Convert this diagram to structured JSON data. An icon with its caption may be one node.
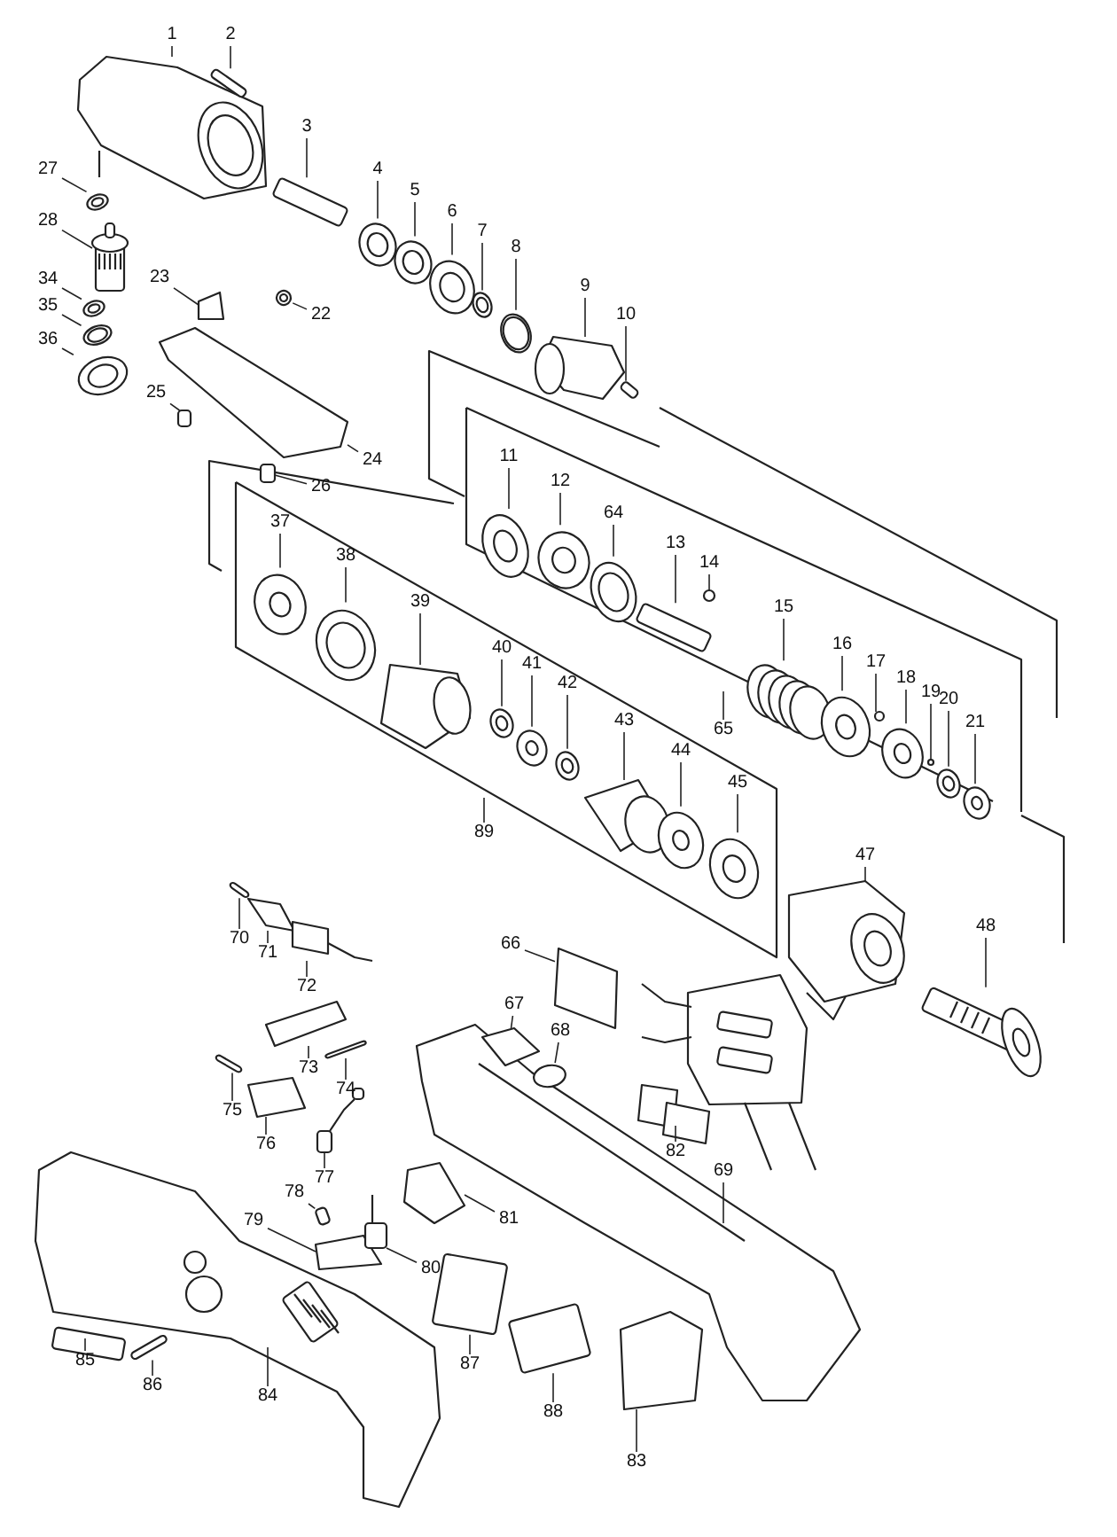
{
  "diagram": {
    "nodes": [
      {
        "text": [
          "1"
        ]
      },
      {
        "text": [
          "2"
        ]
      },
      {
        "text": [
          "3"
        ]
      },
      {
        "text": [
          "4"
        ]
      },
      {
        "text": [
          "5"
        ]
      },
      {
        "text": [
          "6"
        ]
      },
      {
        "text": [
          "7"
        ]
      },
      {
        "text": [
          "8"
        ]
      },
      {
        "text": [
          "9"
        ]
      },
      {
        "text": [
          "10"
        ]
      },
      {
        "text": [
          "27"
        ]
      },
      {
        "text": [
          "28"
        ]
      },
      {
        "text": [
          "34"
        ]
      },
      {
        "text": [
          "35"
        ]
      },
      {
        "text": [
          "36"
        ]
      },
      {
        "text": [
          "23"
        ]
      },
      {
        "text": [
          "22"
        ]
      },
      {
        "text": [
          "25"
        ]
      },
      {
        "text": [
          "24"
        ]
      },
      {
        "text": [
          "26"
        ]
      },
      {
        "text": [
          "11"
        ]
      },
      {
        "text": [
          "12"
        ]
      },
      {
        "text": [
          "64"
        ]
      },
      {
        "text": [
          "13"
        ]
      },
      {
        "text": [
          "14"
        ]
      },
      {
        "text": [
          "15"
        ]
      },
      {
        "text": [
          "16"
        ]
      },
      {
        "text": [
          "17"
        ]
      },
      {
        "text": [
          "18"
        ]
      },
      {
        "text": [
          "19"
        ]
      },
      {
        "text": [
          "20"
        ]
      },
      {
        "text": [
          "21"
        ]
      },
      {
        "text": [
          "65"
        ]
      },
      {
        "text": [
          "37"
        ]
      },
      {
        "text": [
          "38"
        ]
      },
      {
        "text": [
          "39"
        ]
      },
      {
        "text": [
          "40"
        ]
      },
      {
        "text": [
          "41"
        ]
      },
      {
        "text": [
          "42"
        ]
      },
      {
        "text": [
          "43"
        ]
      },
      {
        "text": [
          "44"
        ]
      },
      {
        "text": [
          "45"
        ]
      },
      {
        "text": [
          "89"
        ]
      },
      {
        "text": [
          "47"
        ]
      },
      {
        "text": [
          "48"
        ]
      },
      {
        "text": [
          "70"
        ]
      },
      {
        "text": [
          "71"
        ]
      },
      {
        "text": [
          "66"
        ]
      },
      {
        "text": [
          "72"
        ]
      },
      {
        "text": [
          "67"
        ]
      },
      {
        "text": [
          "68"
        ]
      },
      {
        "text": [
          "73"
        ]
      },
      {
        "text": [
          "74"
        ]
      },
      {
        "text": [
          "75"
        ]
      },
      {
        "text": [
          "76"
        ]
      },
      {
        "text": [
          "82"
        ]
      },
      {
        "text": [
          "77"
        ]
      },
      {
        "text": [
          "69"
        ]
      },
      {
        "text": [
          "78"
        ]
      },
      {
        "text": [
          "81"
        ]
      },
      {
        "text": [
          "79"
        ]
      },
      {
        "text": [
          "80"
        ]
      },
      {
        "text": [
          "85"
        ]
      },
      {
        "text": [
          "87"
        ]
      },
      {
        "text": [
          "86"
        ]
      },
      {
        "text": [
          "84"
        ]
      },
      {
        "text": [
          "88"
        ]
      },
      {
        "text": [
          "83"
        ]
      },
      {
        "text": [],
        "shape": "picture"
      },
      {
        "text": [],
        "shape": "box"
      },
      {
        "text": [],
        "shape": "box"
      },
      {
        "text": [],
        "shape": "circle"
      },
      {
        "text": [],
        "shape": "circle"
      },
      {
        "text": [],
        "shape": "circle"
      },
      {
        "text": [],
        "shape": "circle"
      },
      {
        "text": [],
        "shape": "circle"
      },
      {
        "text": [],
        "shape": "picture"
      },
      {
        "text": [],
        "shape": "box"
      },
      {
        "text": [],
        "shape": "circle"
      },
      {
        "text": [],
        "shape": "picture"
      },
      {
        "text": [],
        "shape": "circle"
      },
      {
        "text": [],
        "shape": "circle"
      },
      {
        "text": [],
        "shape": "circle"
      },
      {
        "text": [],
        "shape": "box"
      },
      {
        "text": [],
        "shape": "circle"
      },
      {
        "text": [],
        "shape": "box"
      },
      {
        "text": [],
        "shape": "box"
      },
      {
        "text": [],
        "shape": "box"
      },
      {
        "text": [],
        "shape": "circle"
      },
      {
        "text": [],
        "shape": "circle"
      },
      {
        "text": [],
        "shape": "circle"
      },
      {
        "text": [],
        "shape": "box"
      },
      {
        "text": [],
        "shape": "circle"
      },
      {
        "text": [],
        "shape": "picture"
      },
      {
        "text": [],
        "shape": "circle"
      },
      {
        "text": [],
        "shape": "circle"
      },
      {
        "text": [],
        "shape": "circle"
      },
      {
        "text": [],
        "shape": "circle"
      },
      {
        "text": [],
        "shape": "circle"
      },
      {
        "text": [],
        "shape": "circle"
      },
      {
        "text": [],
        "shape": "circle"
      },
      {
        "text": [],
        "shape": "circle"
      },
      {
        "text": [],
        "shape": "picture"
      },
      {
        "text": [],
        "shape": "circle"
      },
      {
        "text": [],
        "shape": "circle"
      },
      {
        "text": [],
        "shape": "circle"
      },
      {
        "text": [],
        "shape": "picture"
      },
      {
        "text": [],
        "shape": "circle"
      },
      {
        "text": [],
        "shape": "circle"
      },
      {
        "text": [],
        "shape": "picture"
      },
      {
        "text": [],
        "shape": "picture"
      },
      {
        "text": [],
        "shape": "box"
      },
      {
        "text": [],
        "shape": "box"
      },
      {
        "text": [],
        "shape": "box"
      },
      {
        "text": [],
        "shape": "picture"
      },
      {
        "text": [],
        "shape": "box"
      },
      {
        "text": [],
        "shape": "circle"
      },
      {
        "text": [],
        "shape": "box"
      },
      {
        "text": [],
        "shape": "box"
      },
      {
        "text": [],
        "shape": "box"
      },
      {
        "text": [],
        "shape": "box"
      },
      {
        "text": [],
        "shape": "picture"
      },
      {
        "text": [],
        "shape": "picture"
      },
      {
        "text": [],
        "shape": "picture"
      },
      {
        "text": [],
        "shape": "box"
      },
      {
        "text": [],
        "shape": "box"
      },
      {
        "text": [],
        "shape": "box"
      },
      {
        "text": [],
        "shape": "picture"
      },
      {
        "text": [],
        "shape": "box"
      },
      {
        "text": [],
        "shape": "box"
      },
      {
        "text": [],
        "shape": "box"
      },
      {
        "text": [],
        "shape": "picture"
      },
      {
        "text": [],
        "shape": "box"
      },
      {
        "text": [],
        "shape": "box"
      }
    ],
    "edges": [
      {
        "from": 0,
        "to": 68,
        "arrow": "none"
      },
      {
        "from": 1,
        "to": 69,
        "arrow": "none"
      },
      {
        "from": 2,
        "to": 70,
        "arrow": "none"
      },
      {
        "from": 3,
        "to": 71,
        "arrow": "none"
      },
      {
        "from": 4,
        "to": 72,
        "arrow": "none"
      },
      {
        "from": 5,
        "to": 73,
        "arrow": "none"
      },
      {
        "from": 6,
        "to": 74,
        "arrow": "none"
      },
      {
        "from": 7,
        "to": 75,
        "arrow": "none"
      },
      {
        "from": 8,
        "to": 76,
        "arrow": "none"
      },
      {
        "from": 9,
        "to": 77,
        "arrow": "none"
      },
      {
        "from": 10,
        "to": 78,
        "arrow": "none"
      },
      {
        "from": 11,
        "to": 79,
        "arrow": "none"
      },
      {
        "from": 12,
        "to": 80,
        "arrow": "none"
      },
      {
        "from": 13,
        "to": 81,
        "arrow": "none"
      },
      {
        "from": 14,
        "to": 82,
        "arrow": "none"
      },
      {
        "from": 15,
        "to": 83,
        "arrow": "none"
      },
      {
        "from": 16,
        "to": 84,
        "arrow": "none"
      },
      {
        "from": 17,
        "to": 85,
        "arrow": "none"
      },
      {
        "from": 18,
        "to": 86,
        "arrow": "none"
      },
      {
        "from": 19,
        "to": 87,
        "arrow": "none"
      },
      {
        "from": 20,
        "to": 88,
        "arrow": "none"
      },
      {
        "from": 21,
        "to": 89,
        "arrow": "none"
      },
      {
        "from": 22,
        "to": 90,
        "arrow": "none"
      },
      {
        "from": 23,
        "to": 91,
        "arrow": "none"
      },
      {
        "from": 24,
        "to": 92,
        "arrow": "none"
      },
      {
        "from": 25,
        "to": 93,
        "arrow": "none"
      },
      {
        "from": 26,
        "to": 94,
        "arrow": "none"
      },
      {
        "from": 27,
        "to": 95,
        "arrow": "none"
      },
      {
        "from": 28,
        "to": 96,
        "arrow": "none"
      },
      {
        "from": 29,
        "to": 97,
        "arrow": "none"
      },
      {
        "from": 30,
        "to": 98,
        "arrow": "none"
      },
      {
        "from": 31,
        "to": 99,
        "arrow": "none"
      },
      {
        "from": 32,
        "to": null,
        "arrow": "none"
      },
      {
        "from": 33,
        "to": 100,
        "arrow": "none"
      },
      {
        "from": 34,
        "to": 101,
        "arrow": "none"
      },
      {
        "from": 35,
        "to": 102,
        "arrow": "none"
      },
      {
        "from": 36,
        "to": 103,
        "arrow": "none"
      },
      {
        "from": 37,
        "to": 104,
        "arrow": "none"
      },
      {
        "from": 38,
        "to": 105,
        "arrow": "none"
      },
      {
        "from": 39,
        "to": 106,
        "arrow": "none"
      },
      {
        "from": 40,
        "to": 107,
        "arrow": "none"
      },
      {
        "from": 41,
        "to": 108,
        "arrow": "none"
      },
      {
        "from": 42,
        "to": null,
        "arrow": "none"
      },
      {
        "from": 43,
        "to": 109,
        "arrow": "none"
      },
      {
        "from": 44,
        "to": 110,
        "arrow": "none"
      },
      {
        "from": 45,
        "to": 111,
        "arrow": "none"
      },
      {
        "from": 46,
        "to": 112,
        "arrow": "none"
      },
      {
        "from": 47,
        "to": 113,
        "arrow": "none"
      },
      {
        "from": 48,
        "to": 114,
        "arrow": "none"
      },
      {
        "from": 49,
        "to": 115,
        "arrow": "none"
      },
      {
        "from": 50,
        "to": 116,
        "arrow": "none"
      },
      {
        "from": 51,
        "to": 117,
        "arrow": "none"
      },
      {
        "from": 52,
        "to": 118,
        "arrow": "none"
      },
      {
        "from": 53,
        "to": 119,
        "arrow": "none"
      },
      {
        "from": 54,
        "to": 120,
        "arrow": "none"
      },
      {
        "from": 55,
        "to": 121,
        "arrow": "none"
      },
      {
        "from": 56,
        "to": 122,
        "arrow": "none"
      },
      {
        "from": 57,
        "to": 123,
        "arrow": "none"
      },
      {
        "from": 58,
        "to": 124,
        "arrow": "none"
      },
      {
        "from": 59,
        "to": 125,
        "arrow": "none"
      },
      {
        "from": 60,
        "to": 126,
        "arrow": "none"
      },
      {
        "from": 61,
        "to": 127,
        "arrow": "none"
      },
      {
        "from": 62,
        "to": 128,
        "arrow": "none"
      },
      {
        "from": 63,
        "to": 129,
        "arrow": "none"
      },
      {
        "from": 64,
        "to": 130,
        "arrow": "none"
      },
      {
        "from": 65,
        "to": 131,
        "arrow": "none"
      },
      {
        "from": 66,
        "to": 132,
        "arrow": "none"
      },
      {
        "from": 67,
        "to": 133,
        "arrow": "none"
      }
    ]
  }
}
